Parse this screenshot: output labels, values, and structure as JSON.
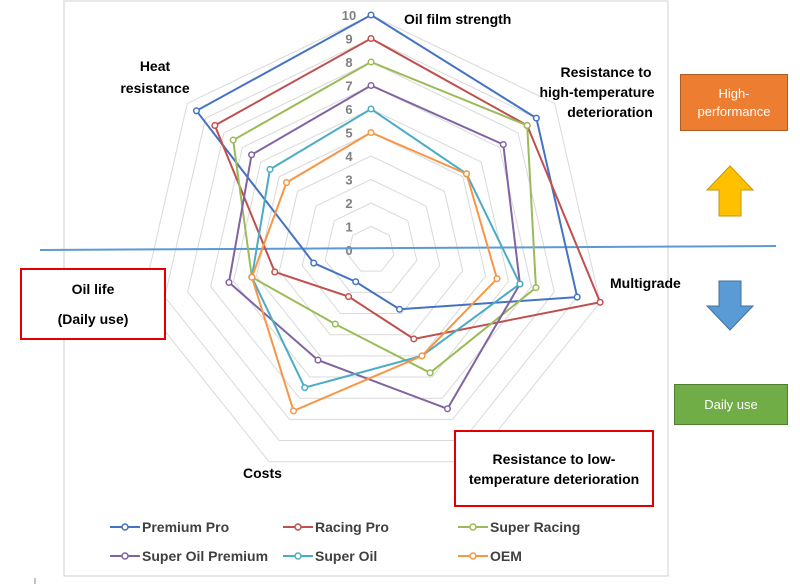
{
  "chart_data": {
    "type": "radar",
    "axes": [
      "Oil film strength",
      "Resistance to high-temperature deterioration",
      "Multigrade",
      "Resistance to low-temperature deterioration",
      "Costs",
      "Oil life (Daily use)",
      "Heat resistance"
    ],
    "rlim": [
      0,
      10
    ],
    "ticks": [
      "0",
      "1",
      "2",
      "3",
      "4",
      "5",
      "6",
      "7",
      "8",
      "9",
      "10"
    ],
    "series": [
      {
        "name": "Premium Pro",
        "color": "#4472C4",
        "values": [
          10,
          9,
          9,
          2.8,
          1.5,
          2.5,
          9.5
        ]
      },
      {
        "name": "Racing Pro",
        "color": "#C0504D",
        "values": [
          9,
          8.5,
          10,
          4.2,
          2.2,
          4.2,
          8.5
        ]
      },
      {
        "name": "Super Racing",
        "color": "#9BBB59",
        "values": [
          8,
          8.5,
          7.2,
          5.8,
          3.5,
          5.2,
          7.5
        ]
      },
      {
        "name": "Super Oil Premium",
        "color": "#8064A2",
        "values": [
          7,
          7.2,
          6.5,
          7.5,
          5.2,
          6.2,
          6.5
        ]
      },
      {
        "name": "Super Oil",
        "color": "#4BACC6",
        "values": [
          6,
          5.2,
          6.5,
          5,
          6.5,
          5.2,
          5.5
        ]
      },
      {
        "name": "OEM",
        "color": "#F79646",
        "values": [
          5,
          5.2,
          5.5,
          5,
          7.6,
          5.2,
          4.6
        ]
      }
    ]
  },
  "labels": {
    "axis_0": "Oil film strength",
    "axis_1_lines": [
      "Resistance to",
      "high-temperature",
      "deterioration"
    ],
    "axis_2": "Multigrade",
    "axis_4": "Costs",
    "axis_6_lines": [
      "Heat",
      "resistance"
    ],
    "oil_life_line1": "Oil life",
    "oil_life_line2": "(Daily use)",
    "low_temp": "Resistance to low-temperature deterioration",
    "high_performance": "High-performance",
    "daily_use": "Daily use"
  },
  "colors": {
    "divider": "#5B9BD5",
    "arrow_up": "#FFC000",
    "arrow_down": "#5B9BD5",
    "high_performance_box": "#ED7D31",
    "daily_use_box": "#70AD47",
    "callout_border": "#E00000"
  }
}
